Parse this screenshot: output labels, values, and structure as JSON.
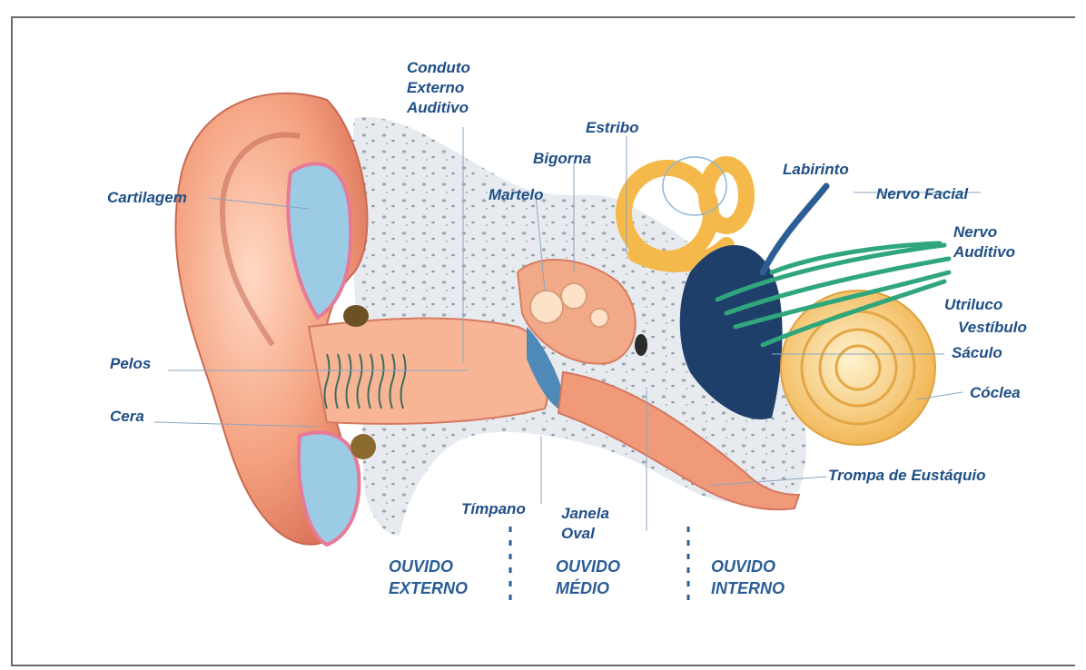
{
  "labels": {
    "conduto": "Conduto\nExterno\nAuditivo",
    "estribo": "Estribo",
    "bigorna": "Bigorna",
    "martelo": "Martelo",
    "cartilagem": "Cartilagem",
    "labirinto": "Labirinto",
    "nervo_facial": "Nervo Facial",
    "nervo_auditivo": "Nervo\nAuditivo",
    "utriluco": "Utriluco",
    "vestibulo": "Vestíbulo",
    "saculo": "Sáculo",
    "coclea": "Cóclea",
    "pelos": "Pelos",
    "cera": "Cera",
    "trompa": "Trompa de Eustáquio",
    "timpano": "Tímpano",
    "janela_oval": "Janela\nOval"
  },
  "sections": {
    "externo": "OUVIDO\nEXTERNO",
    "medio": "OUVIDO\nMÉDIO",
    "interno": "OUVIDO\nINTERNO"
  },
  "colors": {
    "label_text": "#1f4f86",
    "skin": "#f2a07c",
    "skin_dark": "#d9735a",
    "bone": "#e9ecef",
    "fluid_blue": "#8fc2e0",
    "cochlea": "#f6c56a",
    "labyrinth_dark": "#1c3d66",
    "nerve_green": "#2fa67a"
  }
}
